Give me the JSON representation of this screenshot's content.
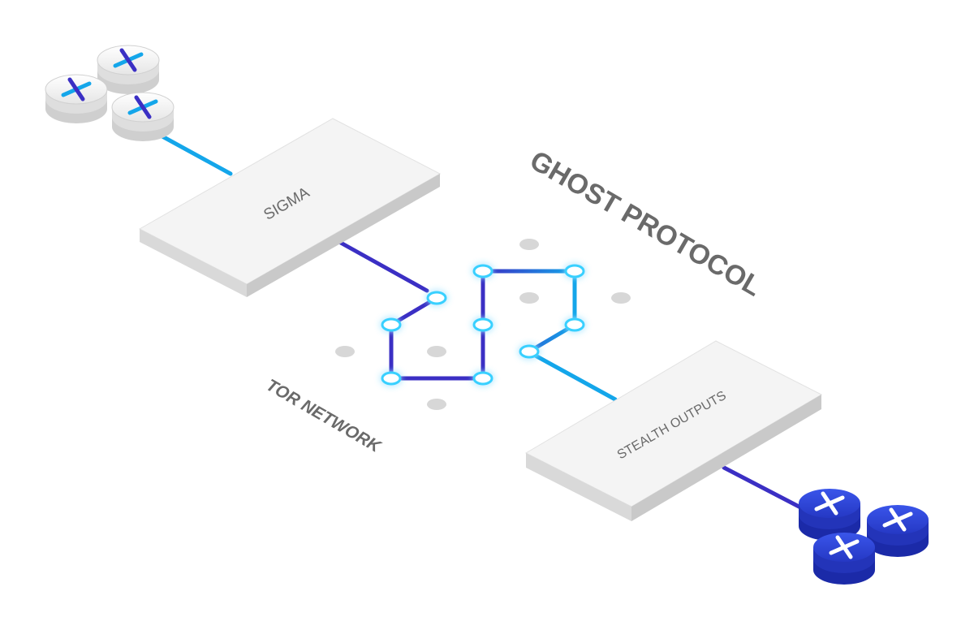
{
  "title": "GHOST PROTOCOL",
  "network_label": "TOR NETWORK",
  "platforms": {
    "input": {
      "label": "SIGMA"
    },
    "output": {
      "label": "STEALTH OUTPUTS"
    }
  },
  "coin_stacks": {
    "input": {
      "style": "light",
      "count": 3,
      "icon": "cross-coin-icon"
    },
    "output": {
      "style": "dark-blue",
      "count": 3,
      "icon": "cross-coin-icon"
    }
  },
  "colors": {
    "path_dark": "#3b2fc4",
    "path_light": "#14a6ea",
    "node_glow": "#38d0ff",
    "idle_node": "#d7d7d7",
    "platform_top": "#f4f4f4",
    "platform_side": "#d6d6d6",
    "label_text": "#6a6a6a",
    "coin_light": "#e8e8e8",
    "coin_dark": "#2d3fcf"
  }
}
